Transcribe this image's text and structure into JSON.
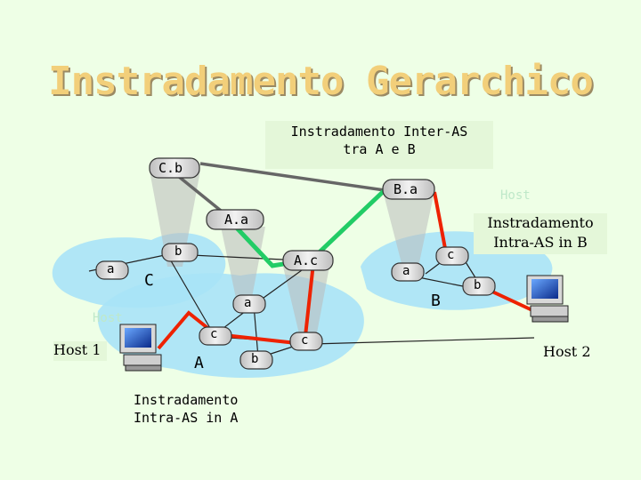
{
  "title": "Instradamento Gerarchico",
  "labels": {
    "inter_as": "Instradamento Inter-AS\ntra A e B",
    "intra_a": "Instradamento\nIntra-AS in A",
    "intra_b": "Instradamento\nIntra-AS in B",
    "host1": "Host 1",
    "host2": "Host 2",
    "host_faint_1": "Host",
    "host_faint_2": "Host",
    "as_a": "A",
    "as_b": "B",
    "as_c": "C"
  },
  "routers": {
    "cb": "C.b",
    "ba": "B.a",
    "aa": "A.a",
    "ac": "A.c",
    "c_b": "b",
    "c_a": "a",
    "a_a": "a",
    "a_c": "c",
    "a_b": "b",
    "a_d": "c",
    "b_a": "a",
    "b_c": "c",
    "b_b": "b"
  },
  "colors": {
    "background": "#eeffe6",
    "title": "#f2cf7a",
    "inter_path": "#22cc66",
    "intra_path": "#ee2200",
    "cloud": "#a9e3f7"
  },
  "icons": [
    "computer-icon",
    "router-icon",
    "cloud-shape"
  ]
}
